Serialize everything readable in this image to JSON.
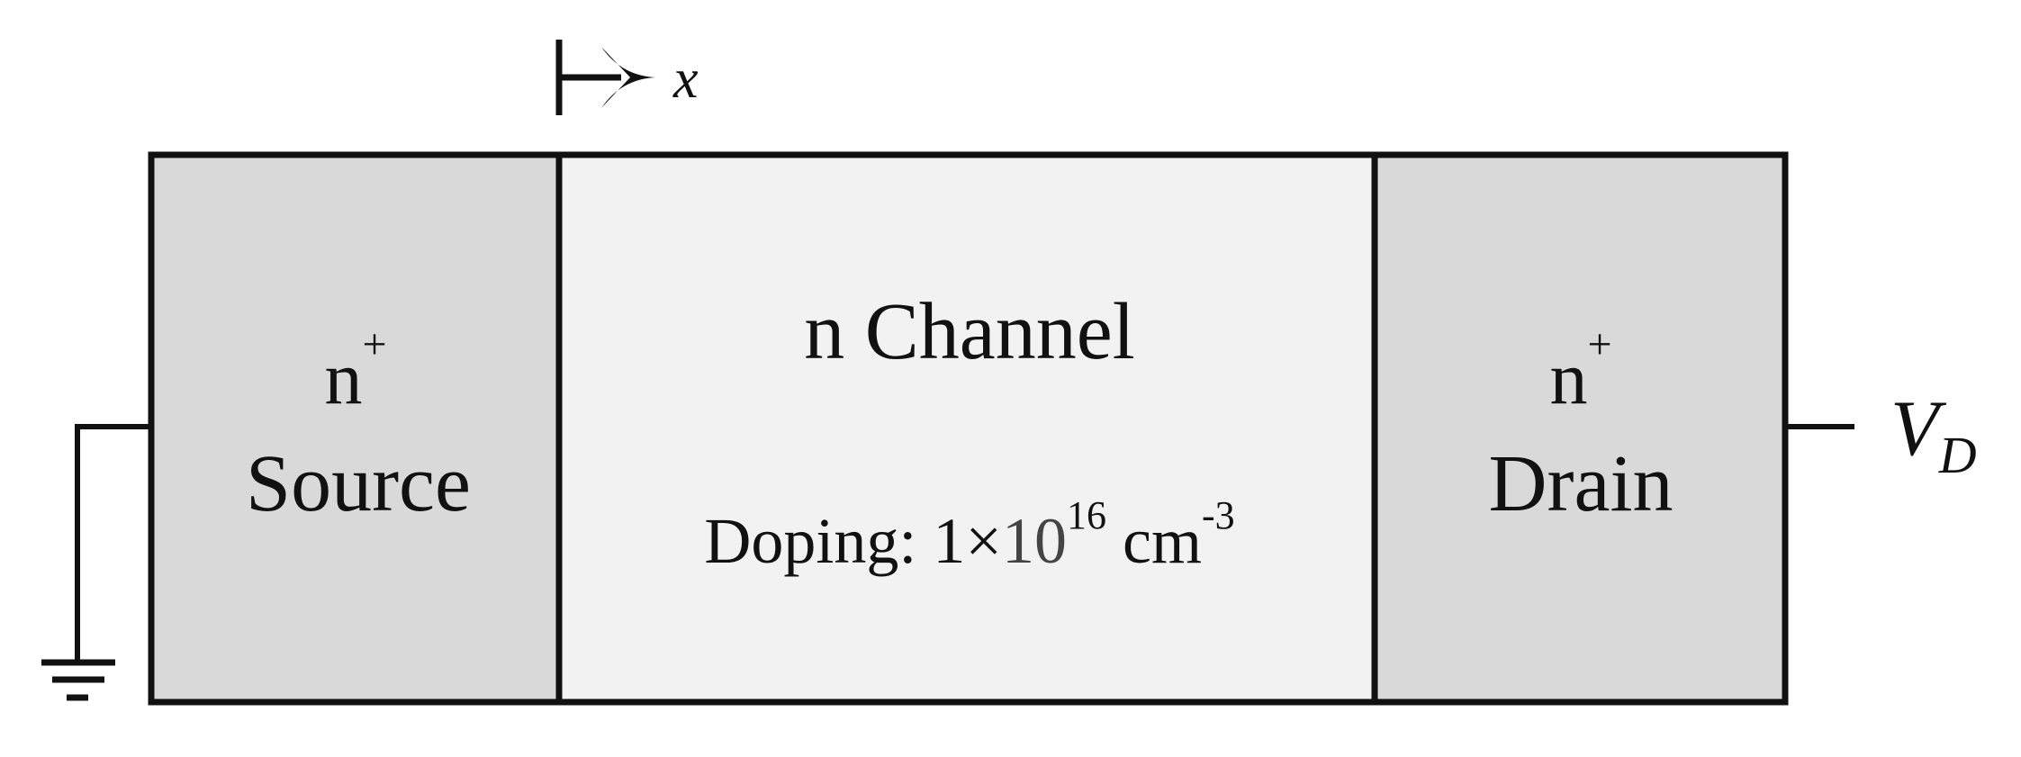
{
  "colors": {
    "contact_fill": "#d9d9d9",
    "channel_fill": "#f2f2f2",
    "stroke": "#111111",
    "exponent_gray": "#444444"
  },
  "axis": {
    "variable": "x"
  },
  "source": {
    "type": "n",
    "superscript": "+",
    "label": "Source"
  },
  "channel": {
    "label": "n Channel",
    "doping_prefix": "Doping: 1×",
    "doping_base": "10",
    "doping_exponent": "16",
    "doping_unit": "cm",
    "doping_unit_exponent": "-3"
  },
  "drain": {
    "type": "n",
    "superscript": "+",
    "label": "Drain"
  },
  "terminals": {
    "drain_voltage_symbol": "V",
    "drain_voltage_subscript": "D"
  },
  "icons": {
    "ground": "ground-icon",
    "axis_arrow": "arrow-right-icon"
  }
}
